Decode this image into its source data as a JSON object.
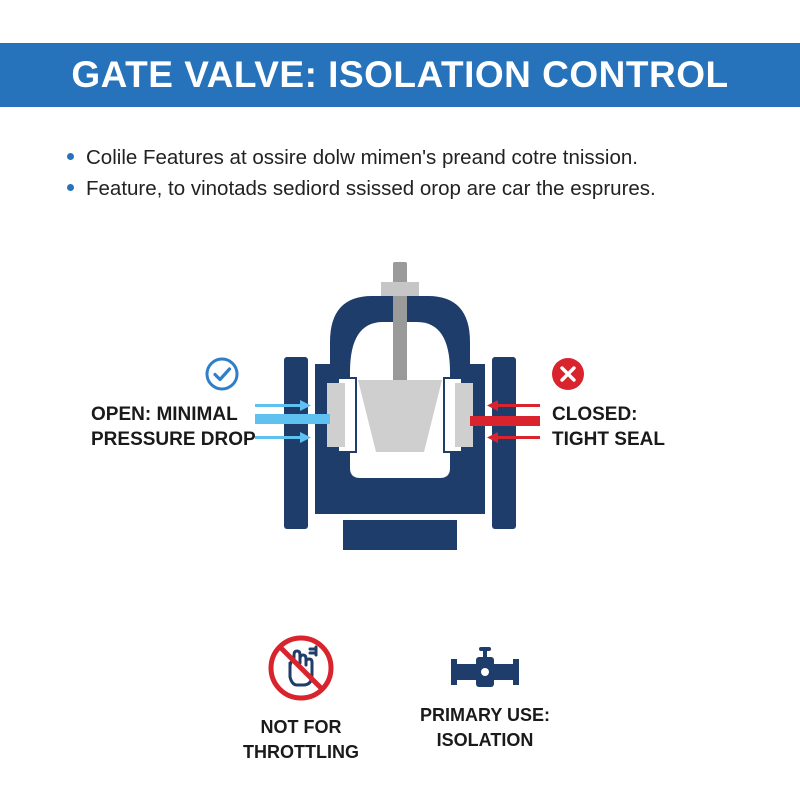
{
  "header": {
    "title": "GATE VALVE: ISOLATION CONTROL"
  },
  "bullets": [
    "Colile Features at ossire dolw mimen's preand cotre tnission.",
    "Feature, to vinotads sediord ssissed orop are car the esprures."
  ],
  "open_state": {
    "line1": "OPEN: MINIMAL",
    "line2": "PRESSURE DROP",
    "icon": "check-circle-icon",
    "color": "#2f7fc8"
  },
  "closed_state": {
    "line1": "CLOSED:",
    "line2": "TIGHT SEAL",
    "icon": "x-circle-icon",
    "color": "#d9232d"
  },
  "footer_items": [
    {
      "line1": "NOT FOR",
      "line2": "THROTTLING",
      "icon": "no-hand-throttle-icon",
      "color": "#d9232d"
    },
    {
      "line1": "PRIMARY USE:",
      "line2": "ISOLATION",
      "icon": "pipe-valve-icon",
      "color": "#1f3d6b"
    }
  ],
  "colors": {
    "banner": "#2672bb",
    "valve_body": "#1f3d6b",
    "flow_open": "#5fc1f0",
    "flow_closed": "#d9232d",
    "gate": "#cfcfcf"
  }
}
